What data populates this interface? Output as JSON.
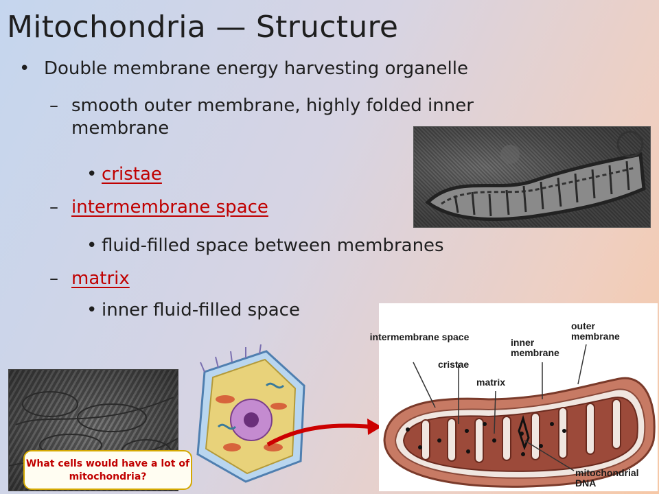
{
  "title": "Mitochondria — Structure",
  "bullets": {
    "b1": "Double membrane energy harvesting organelle",
    "b2": "smooth outer membrane, highly folded inner membrane",
    "b3": "cristae",
    "b4": "intermembrane space",
    "b5": "fluid-filled space between membranes",
    "b6": "matrix",
    "b7": "inner fluid-filled space"
  },
  "bullet_markers": {
    "level1": "•",
    "level2": "–",
    "level3": "•"
  },
  "question": "What cells would have a lot of mitochondria?",
  "diagram_labels": {
    "intermembrane_space": "intermembrane space",
    "cristae": "cristae",
    "matrix": "matrix",
    "inner_membrane": "inner membrane",
    "outer_membrane": "outer membrane",
    "mitochondrial_dna": "mitochondrial DNA"
  },
  "colors": {
    "link": "#c00000",
    "arrow": "#cc0000",
    "question_border": "#d4a800"
  }
}
